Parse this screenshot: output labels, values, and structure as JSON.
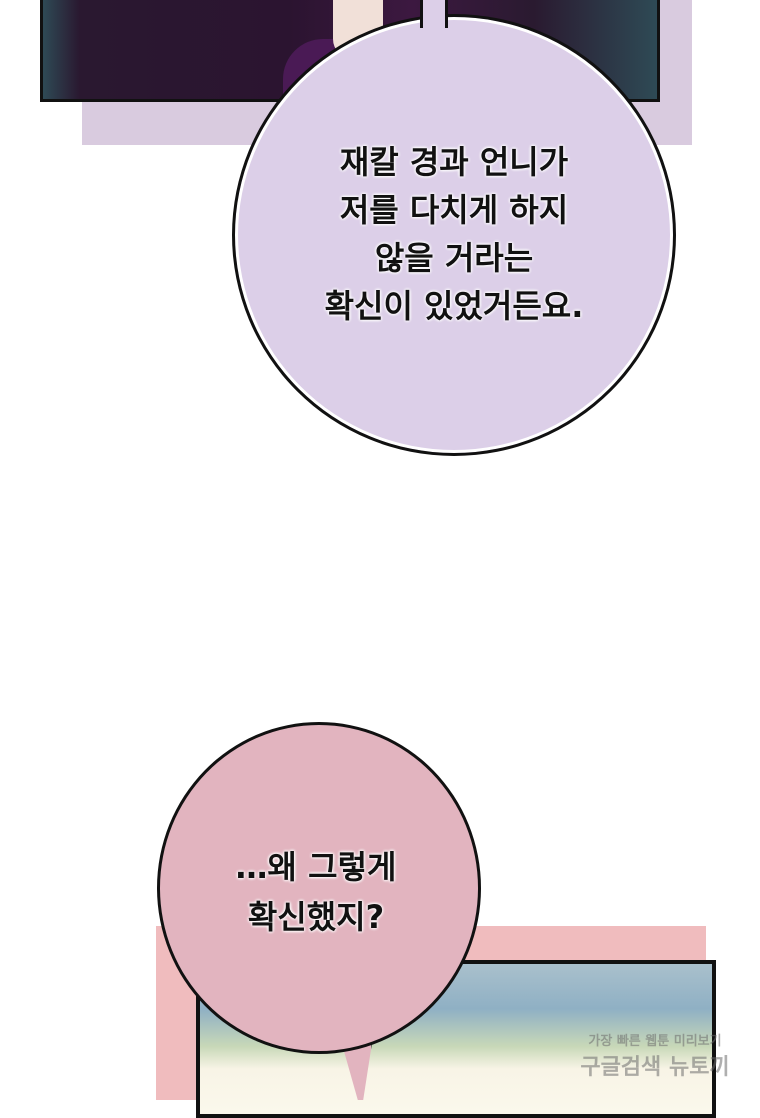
{
  "bubbles": [
    {
      "lines": [
        "재칼 경과 언니가",
        "저를 다치게 하지",
        "않을 거라는",
        "확신이 있었거든요."
      ]
    },
    {
      "lines": [
        "…왜 그렇게",
        "확신했지?"
      ]
    }
  ],
  "watermark": {
    "line1": "가장 빠른 웹툰 미리보기",
    "line2": "구글검색 뉴토끼"
  },
  "colors": {
    "bubble1": "#dccfe8",
    "bubble2": "#e2b4bf",
    "backdrop1": "#d9cbdf",
    "backdrop2": "#f0bcbe"
  }
}
